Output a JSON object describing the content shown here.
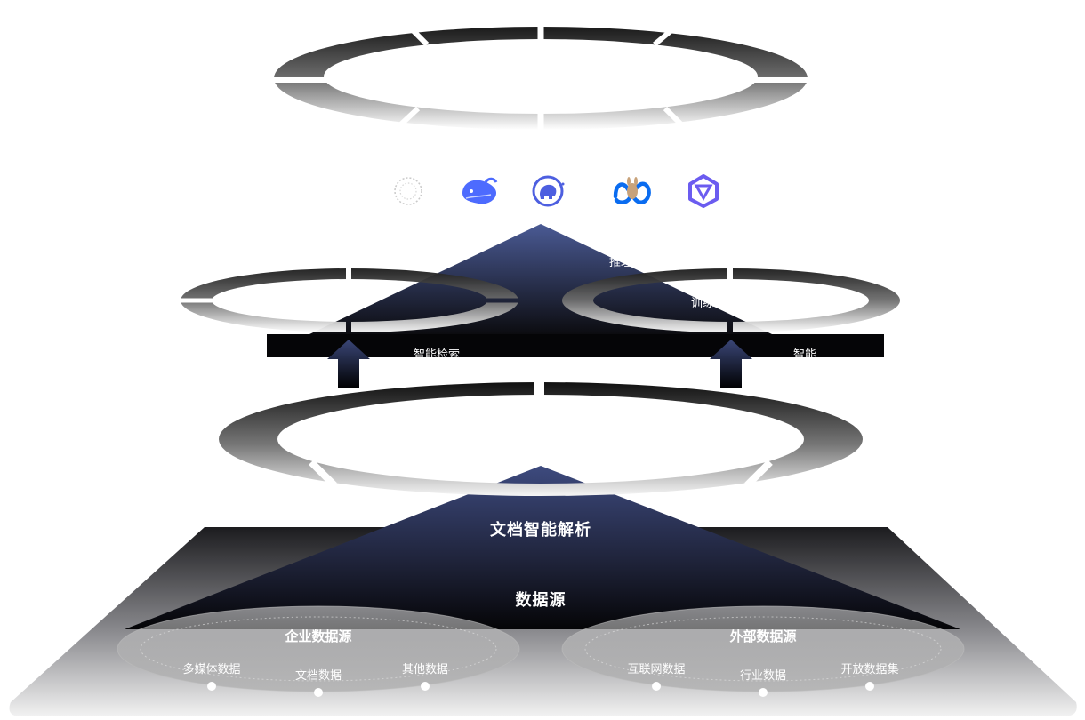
{
  "diagram": {
    "core_label": "文档智能解析",
    "source_label": "数据源",
    "layer_labels": {
      "left_mid_top": "",
      "center_upper": "推理",
      "left_search": "智能检索",
      "right_ring": "训练",
      "right_smart": "智能",
      "left_ring_center": "",
      "left_far": ""
    },
    "left_group": {
      "title": "企业数据源",
      "items": [
        "多媒体数据",
        "文档数据",
        "其他数据"
      ]
    },
    "right_group": {
      "title": "外部数据源",
      "items": [
        "互联网数据",
        "行业数据",
        "开放数据集"
      ]
    },
    "model_logos": [
      "glm-logo-icon",
      "deepseek-whale-icon",
      "elephant-model-icon",
      "meta-llama-icon",
      "qwen-star-icon"
    ],
    "colors": {
      "navy": "#2e3766",
      "accent_blue": "#4d6bfe",
      "meta_blue": "#0a6cf0"
    }
  }
}
